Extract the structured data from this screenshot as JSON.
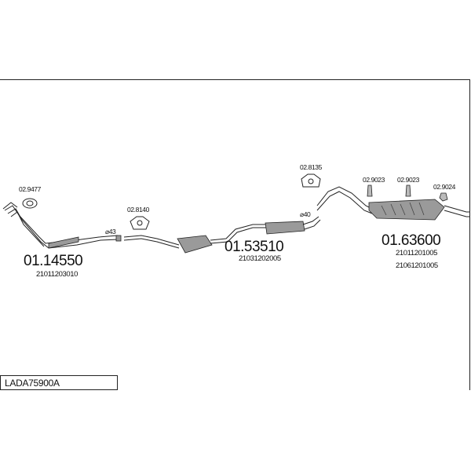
{
  "title": "LADA75900A",
  "parts": {
    "front_pipe": {
      "part_no": "01.14550",
      "oe": [
        "21011203010"
      ]
    },
    "mid_silencer": {
      "part_no": "01.53510",
      "oe": [
        "21031202005"
      ]
    },
    "rear_silencer": {
      "part_no": "01.63600",
      "oe": [
        "21011201005",
        "21061201005"
      ]
    }
  },
  "accessories": {
    "gasket_front": "02.9477",
    "hanger_mid": "02.8140",
    "hanger_rear": "02.8135",
    "clip_a": "02.9023",
    "clip_b": "02.9023",
    "clip_c": "02.9024"
  },
  "diameters": {
    "d43": "⌀43",
    "d40": "⌀40"
  }
}
